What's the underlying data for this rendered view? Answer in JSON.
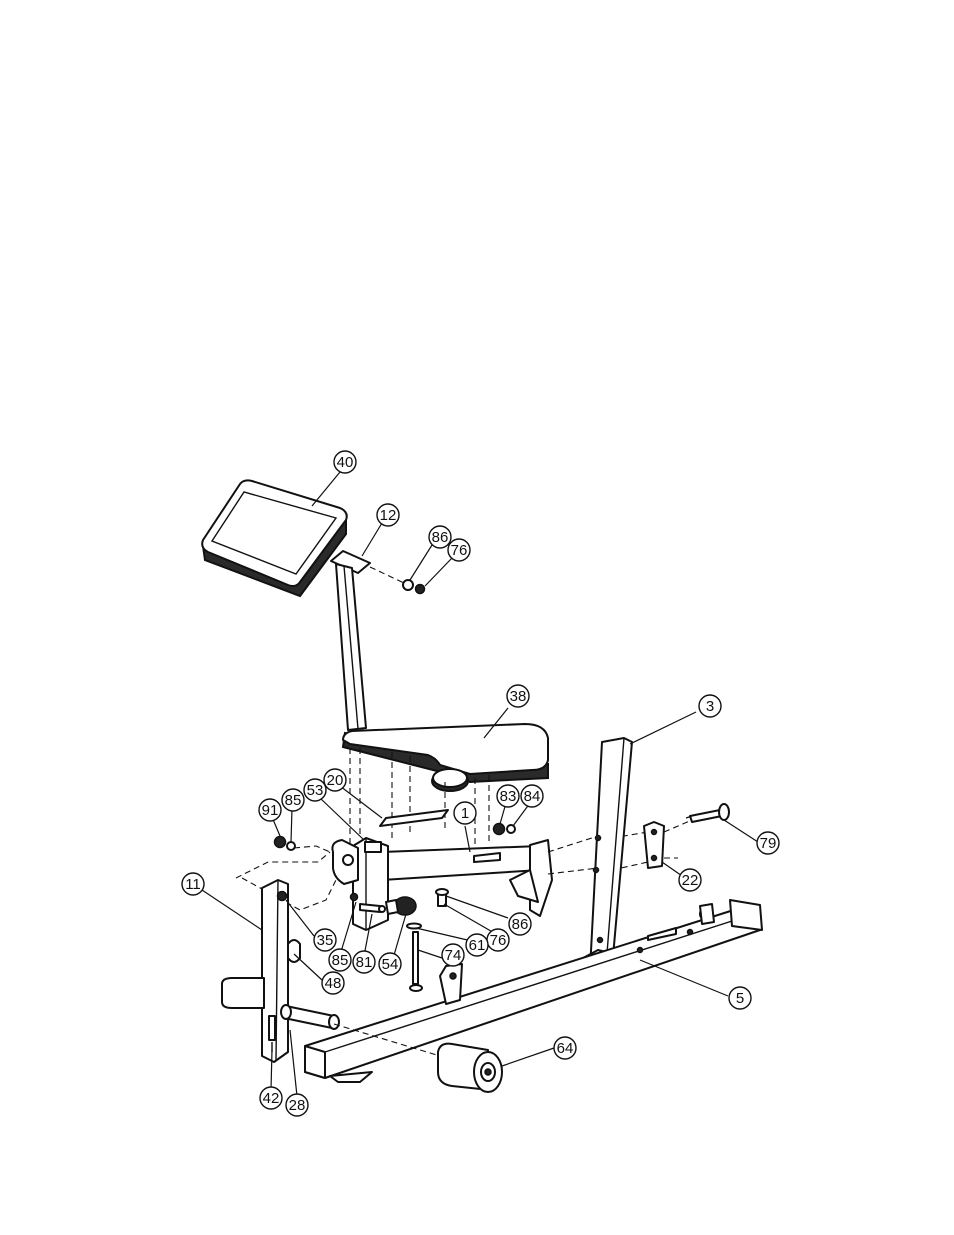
{
  "callouts": [
    {
      "id": "c40",
      "label": "40"
    },
    {
      "id": "c12",
      "label": "12"
    },
    {
      "id": "c86a",
      "label": "86"
    },
    {
      "id": "c76a",
      "label": "76"
    },
    {
      "id": "c38",
      "label": "38"
    },
    {
      "id": "c3",
      "label": "3"
    },
    {
      "id": "c20",
      "label": "20"
    },
    {
      "id": "c53",
      "label": "53"
    },
    {
      "id": "c85a",
      "label": "85"
    },
    {
      "id": "c91",
      "label": "91"
    },
    {
      "id": "c83",
      "label": "83"
    },
    {
      "id": "c84",
      "label": "84"
    },
    {
      "id": "c1",
      "label": "1"
    },
    {
      "id": "c79",
      "label": "79"
    },
    {
      "id": "c22",
      "label": "22"
    },
    {
      "id": "c11",
      "label": "11"
    },
    {
      "id": "c35",
      "label": "35"
    },
    {
      "id": "c85b",
      "label": "85"
    },
    {
      "id": "c81",
      "label": "81"
    },
    {
      "id": "c54",
      "label": "54"
    },
    {
      "id": "c76b",
      "label": "76"
    },
    {
      "id": "c86b",
      "label": "86"
    },
    {
      "id": "c61",
      "label": "61"
    },
    {
      "id": "c74",
      "label": "74"
    },
    {
      "id": "c48",
      "label": "48"
    },
    {
      "id": "c5",
      "label": "5"
    },
    {
      "id": "c64",
      "label": "64"
    },
    {
      "id": "c42",
      "label": "42"
    },
    {
      "id": "c28",
      "label": "28"
    }
  ]
}
